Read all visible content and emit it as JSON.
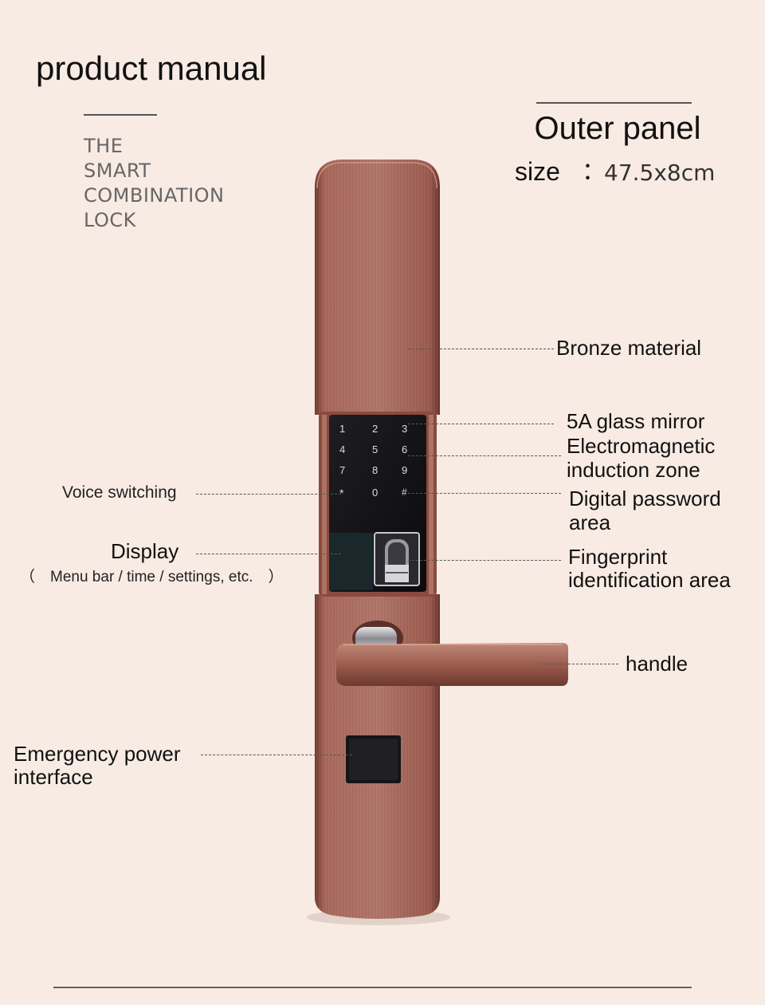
{
  "header": {
    "title": "product manual",
    "brand_lines": [
      "THE",
      "SMART",
      "COMBINATION",
      "LOCK"
    ]
  },
  "panel": {
    "title": "Outer panel",
    "size_label": "size",
    "size_separator": "：",
    "size_value": "47.5x8cm"
  },
  "keypad": {
    "keys": [
      "1",
      "2",
      "3",
      "4",
      "5",
      "6",
      "7",
      "8",
      "9",
      "*",
      "0",
      "#"
    ]
  },
  "callouts": {
    "bronze": "Bronze material",
    "glass": "5A glass mirror",
    "electromagnetic_1": "Electromagnetic",
    "electromagnetic_2": "induction zone",
    "digital_1": "Digital password",
    "digital_2": "area",
    "fingerprint_1": "Fingerprint",
    "fingerprint_2": "identification area",
    "handle": "handle",
    "voice": "Voice switching",
    "display": "Display",
    "display_sub": "（　Menu bar / time / settings, etc.　）",
    "emergency_1": "Emergency power",
    "emergency_2": "interface"
  },
  "colors": {
    "background": "#f8ebe3",
    "bronze": "#9c5a4c",
    "glass": "#141417"
  }
}
